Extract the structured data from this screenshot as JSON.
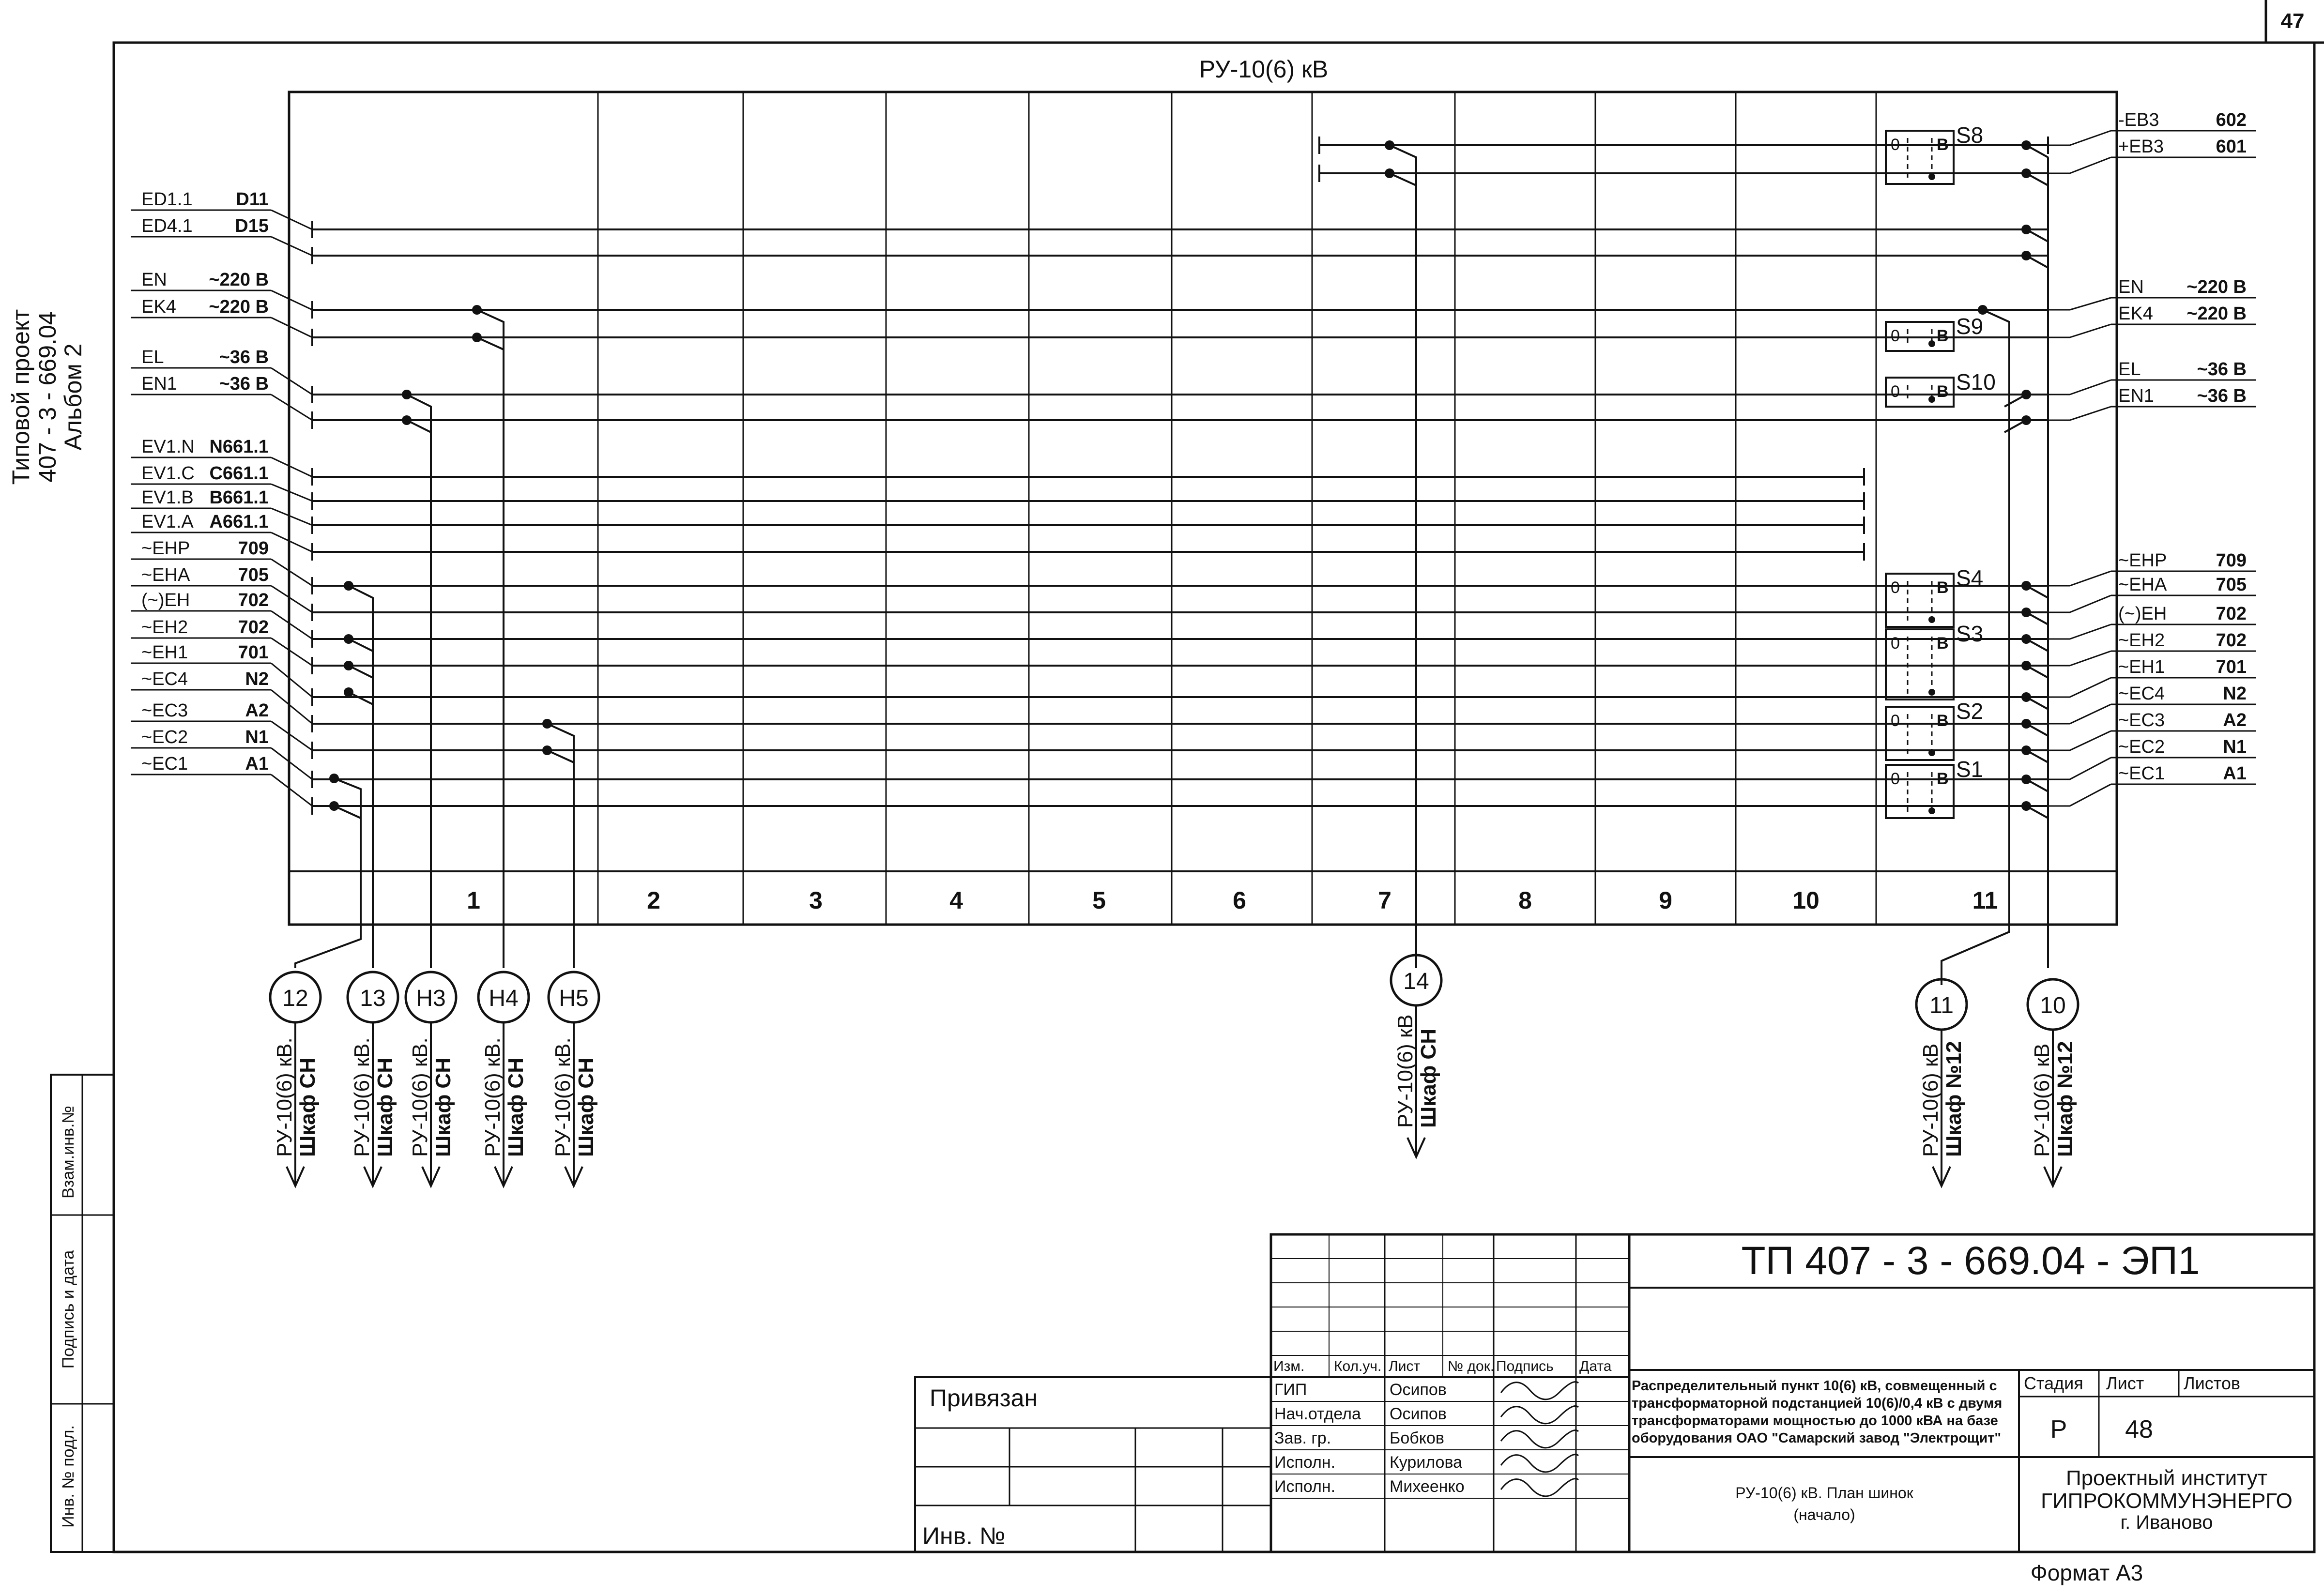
{
  "sheet_number": "47",
  "side_title": {
    "line1": "Типовой проект",
    "line2": "407 - 3 - 669.04",
    "line3": "Альбом 2"
  },
  "left_stamp": {
    "zam_inv": "Взам.инв.№",
    "podpis_data": "Подпись и дата",
    "inv_podl": "Инв. № подл."
  },
  "diagram": {
    "title": "РУ-10(6) кВ",
    "panel_numbers": [
      "1",
      "2",
      "3",
      "4",
      "5",
      "6",
      "7",
      "8",
      "9",
      "10",
      "11"
    ],
    "left_buses": [
      {
        "name": "ED1.1",
        "code": "D11"
      },
      {
        "name": "ED4.1",
        "code": "D15"
      },
      {
        "name": "EN",
        "code": "~220 В"
      },
      {
        "name": "EK4",
        "code": "~220 В"
      },
      {
        "name": "EL",
        "code": "~36 В"
      },
      {
        "name": "EN1",
        "code": "~36 В"
      },
      {
        "name": "EV1.N",
        "code": "N661.1"
      },
      {
        "name": "EV1.C",
        "code": "C661.1"
      },
      {
        "name": "EV1.B",
        "code": "B661.1"
      },
      {
        "name": "EV1.A",
        "code": "A661.1"
      },
      {
        "name": "~EHP",
        "code": "709"
      },
      {
        "name": "~EHA",
        "code": "705"
      },
      {
        "name": "(~)EH",
        "code": "702"
      },
      {
        "name": "~EH2",
        "code": "702"
      },
      {
        "name": "~EH1",
        "code": "701"
      },
      {
        "name": "~EC4",
        "code": "N2"
      },
      {
        "name": "~EC3",
        "code": "A2"
      },
      {
        "name": "~EC2",
        "code": "N1"
      },
      {
        "name": "~EC1",
        "code": "A1"
      }
    ],
    "right_buses": [
      {
        "name": "-EB3",
        "code": "602"
      },
      {
        "name": "+EB3",
        "code": "601"
      },
      {
        "name": "EN",
        "code": "~220 В"
      },
      {
        "name": "EK4",
        "code": "~220 В"
      },
      {
        "name": "EL",
        "code": "~36 В"
      },
      {
        "name": "EN1",
        "code": "~36 В"
      },
      {
        "name": "~EHP",
        "code": "709"
      },
      {
        "name": "~EHA",
        "code": "705"
      },
      {
        "name": "(~)EH",
        "code": "702"
      },
      {
        "name": "~EH2",
        "code": "702"
      },
      {
        "name": "~EH1",
        "code": "701"
      },
      {
        "name": "~EC4",
        "code": "N2"
      },
      {
        "name": "~EC3",
        "code": "A2"
      },
      {
        "name": "~EC2",
        "code": "N1"
      },
      {
        "name": "~EC1",
        "code": "A1"
      }
    ],
    "switches": [
      "S8",
      "S9",
      "S10",
      "S4",
      "S3",
      "S2",
      "S1"
    ],
    "switch_glyph": {
      "open": "0",
      "closed": "B"
    },
    "cables": [
      {
        "id": "12",
        "line1": "РУ-10(6) кВ.",
        "line2": "Шкаф СН"
      },
      {
        "id": "13",
        "line1": "РУ-10(6) кВ.",
        "line2": "Шкаф СН"
      },
      {
        "id": "Н3",
        "line1": "РУ-10(6) кВ.",
        "line2": "Шкаф СН"
      },
      {
        "id": "Н4",
        "line1": "РУ-10(6) кВ.",
        "line2": "Шкаф СН"
      },
      {
        "id": "Н5",
        "line1": "РУ-10(6) кВ.",
        "line2": "Шкаф СН"
      },
      {
        "id": "14",
        "line1": "РУ-10(6) кВ",
        "line2": "Шкаф СН"
      },
      {
        "id": "11",
        "line1": "РУ-10(6) кВ",
        "line2": "Шкаф №12"
      },
      {
        "id": "10",
        "line1": "РУ-10(6) кВ",
        "line2": "Шкаф №12"
      }
    ]
  },
  "title_block": {
    "doc_code": "ТП  407 - 3 - 669.04 - ЭП1",
    "privyazan": "Привязан",
    "inv_no": "Инв. №",
    "col_headers": [
      "Изм.",
      "Кол.уч.",
      "Лист",
      "№ док.",
      "Подпись",
      "Дата"
    ],
    "staff": [
      {
        "role": "ГИП",
        "name": "Осипов"
      },
      {
        "role": "Нач.отдела",
        "name": "Осипов"
      },
      {
        "role": "Зав. гр.",
        "name": "Бобков"
      },
      {
        "role": "Исполн.",
        "name": "Курилова"
      },
      {
        "role": "Исполн.",
        "name": "Михеенко"
      }
    ],
    "description": [
      "Распределительный пункт 10(6) кВ, совмещенный с",
      "трансформаторной подстанцией 10(6)/0,4 кВ с двумя",
      "трансформаторами мощностью до 1000 кВА на базе",
      "оборудования ОАО \"Самарский завод \"Электрощит\""
    ],
    "sheet_title_line1": "РУ-10(6) кВ. План шинок",
    "sheet_title_line2": "(начало)",
    "stage_label": "Стадия",
    "sheet_label": "Лист",
    "sheets_label": "Листов",
    "stage_value": "Р",
    "sheet_value": "48",
    "org_line1": "Проектный институт",
    "org_line2": "ГИПРОКОММУНЭНЕРГО",
    "org_line3": "г. Иваново",
    "format": "Формат А3"
  }
}
